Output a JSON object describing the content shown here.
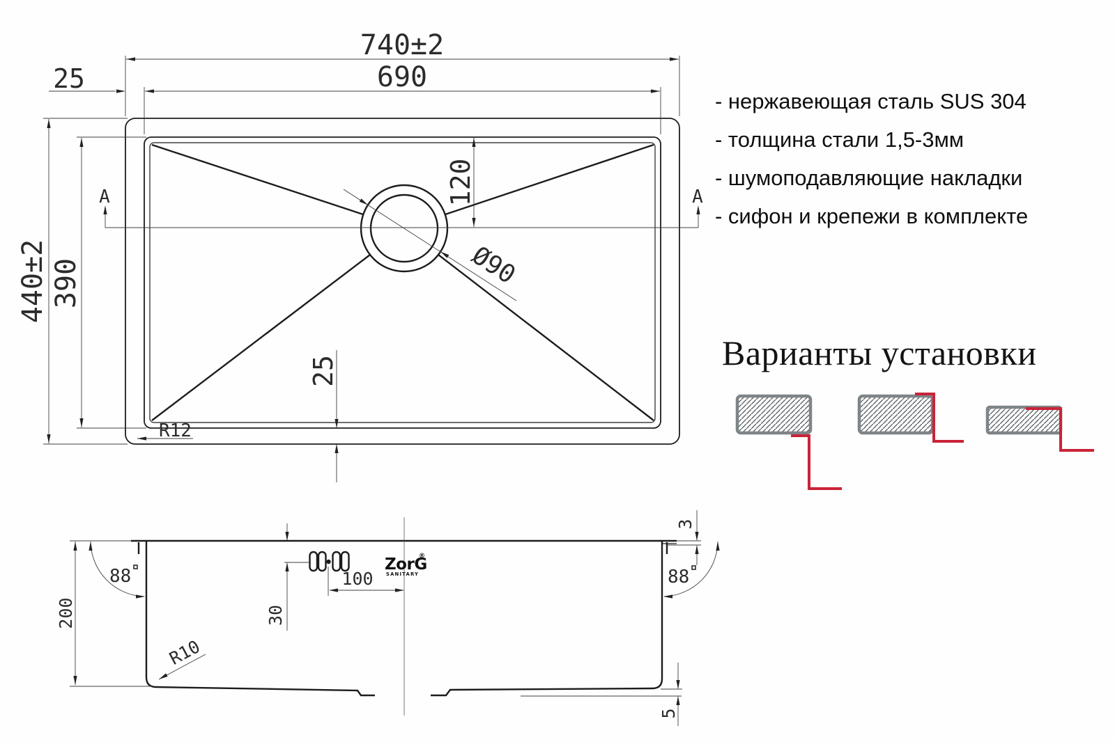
{
  "specs": {
    "items": [
      "- нержавеющая сталь SUS 304",
      "- толщина стали 1,5-3мм",
      "- шумоподавляющие накладки",
      "- сифон и крепежи в комплекте"
    ]
  },
  "installation": {
    "title": "Варианты установки"
  },
  "top_view": {
    "dim_overall_width": "740±2",
    "dim_bowl_width": "690",
    "dim_rim_top_left": "25",
    "dim_overall_height": "440±2",
    "dim_bowl_height": "390",
    "dim_drain_from_top": "120",
    "dim_drain_diameter": "Ø90",
    "dim_rim_bottom": "25",
    "dim_corner_radius": "R12",
    "section_label_left": "A",
    "section_label_right": "A"
  },
  "section_view": {
    "dim_depth": "200",
    "dim_angle_left": "88",
    "dim_angle_right": "88",
    "dim_bottom_radius": "R10",
    "dim_holes_from_rim": "30",
    "dim_holes_from_center": "100",
    "dim_rim_lip": "3",
    "dim_drain_lip": "5",
    "logo": {
      "brand": "ZorG",
      "registered": "®",
      "subtitle": "SANITARY"
    }
  },
  "colors": {
    "accent_red": "#c92338",
    "hatch_border_gray": "#7e8487",
    "line_dark": "#1c1c1c"
  }
}
